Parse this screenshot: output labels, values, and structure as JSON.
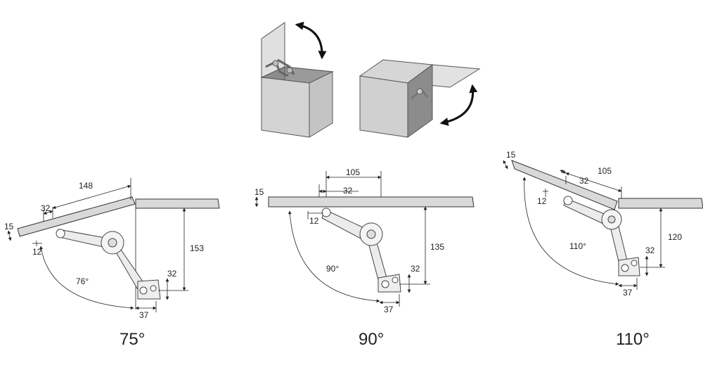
{
  "diagrams": [
    {
      "caption": "75°",
      "dims": {
        "thickness": "15",
        "offset": "12",
        "hole": "32",
        "length": "148",
        "height": "153",
        "angle": "76°",
        "bracket_h": "32",
        "bracket_w": "37"
      }
    },
    {
      "caption": "90°",
      "dims": {
        "thickness": "15",
        "offset": "12",
        "hole": "32",
        "length": "105",
        "height": "135",
        "angle": "90°",
        "bracket_h": "32",
        "bracket_w": "37"
      }
    },
    {
      "caption": "110°",
      "dims": {
        "thickness": "15",
        "offset": "12",
        "hole": "32",
        "length": "105",
        "height": "120",
        "angle": "110°",
        "bracket_h": "32",
        "bracket_w": "37"
      }
    }
  ],
  "colors": {
    "panel": "#d9d9d9",
    "box_front": "#d4d4d4",
    "box_inner": "#8c8c8c",
    "line": "#222222"
  },
  "icons": [
    "rotate-arrow-icon"
  ]
}
